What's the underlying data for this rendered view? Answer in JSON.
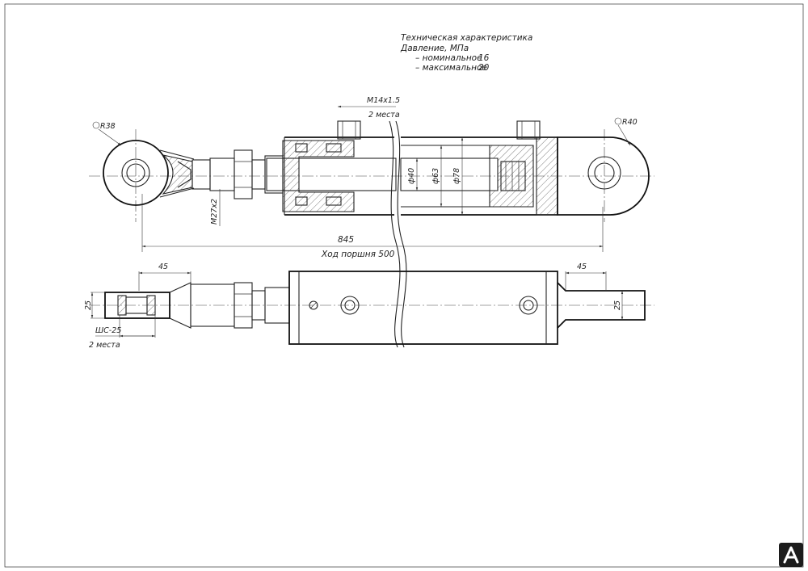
{
  "spec": {
    "title": "Техническая характеристика",
    "pressure": "Давление, МПа",
    "nominal_label": "– номинальное",
    "nominal_value": "16",
    "max_label": "– максимальное",
    "max_value": "20"
  },
  "dims": {
    "port_thread": "M14х1.5",
    "port_places": "2 места",
    "radius_left": "R38",
    "radius_right": "R40",
    "rod_thread": "M27х2",
    "rod_dia": "ф40",
    "bore_inner": "ф63",
    "bore_outer": "ф78",
    "total_length": "845",
    "stroke": "Ход поршня 500",
    "left_offset": "45",
    "right_offset": "45",
    "left_width": "25",
    "right_width": "25",
    "bearing": "ШС-25",
    "bearing_places": "2 места"
  },
  "colors": {
    "line": "#222222",
    "background": "#ffffff",
    "logo": "#1c1c1c"
  }
}
